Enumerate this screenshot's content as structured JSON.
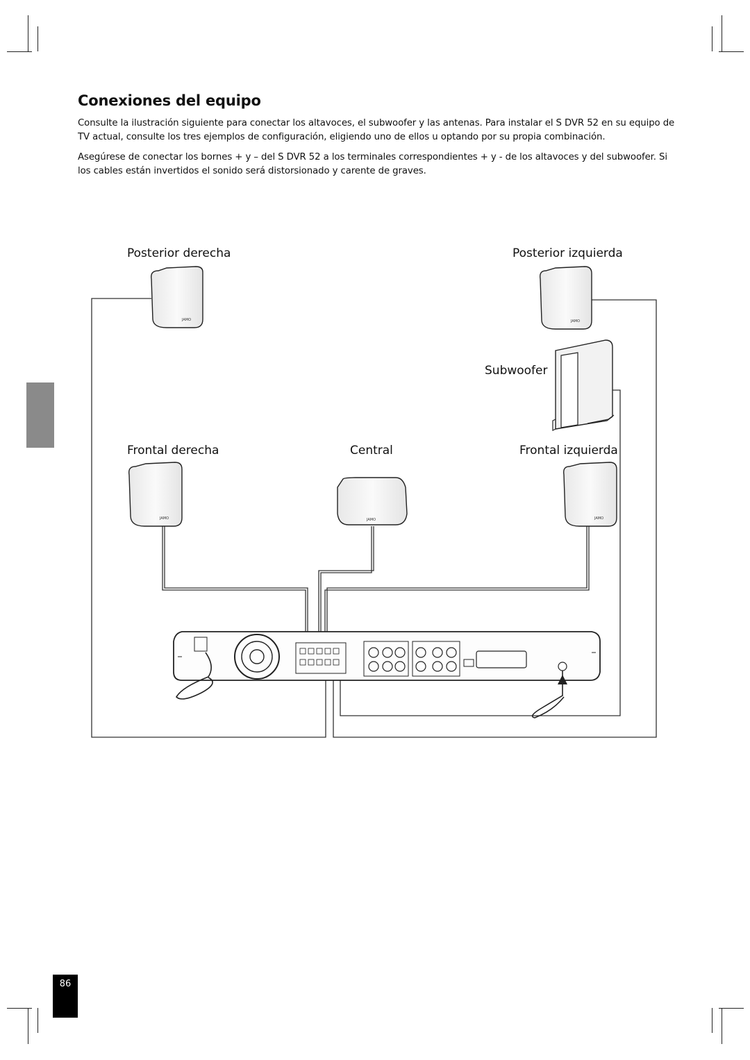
{
  "title": "Conexiones del equipo",
  "paragraph1": "Consulte la ilustración siguiente para conectar los altavoces, el subwoofer y las antenas. Para instalar el S DVR 52 en su equipo de TV actual, consulte los tres ejemplos de configuración, eligiendo uno de ellos u optando por su propia combinación.",
  "paragraph2": "Asegúrese de conectar los bornes + y – del S DVR 52 a los terminales correspondientes + y - de los altavoces y del subwoofer. Si los cables están invertidos el sonido será distorsionado y carente de graves.",
  "diagram": {
    "rear_right": "Posterior derecha",
    "rear_left": "Posterior izquierda",
    "subwoofer": "Subwoofer",
    "front_right": "Frontal derecha",
    "center": "Central",
    "front_left": "Frontal izquierda",
    "speaker_brand": "JAMO"
  },
  "page_number": "86"
}
